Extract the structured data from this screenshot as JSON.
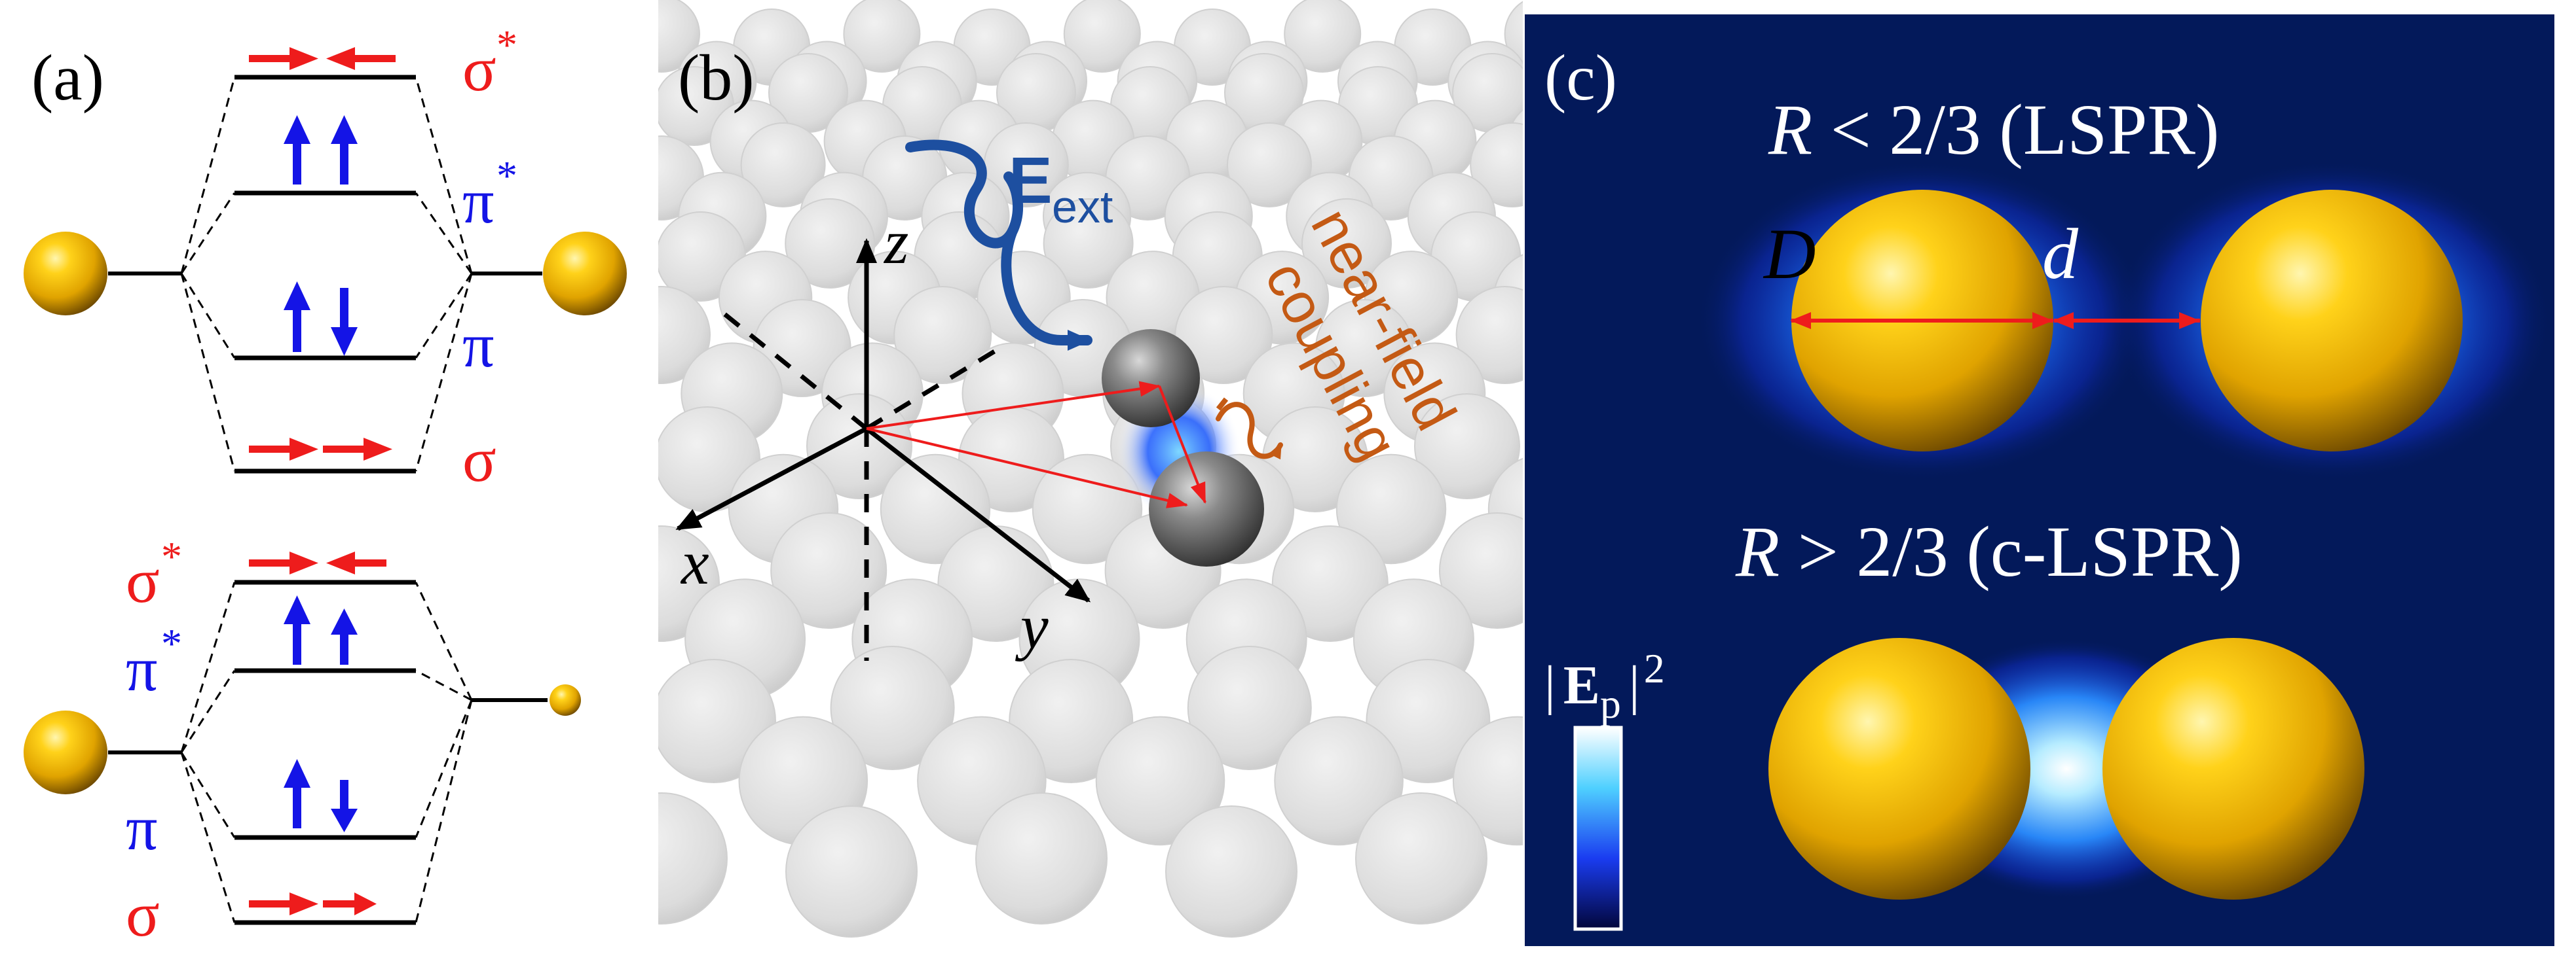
{
  "panels": {
    "a": {
      "label": "(a)",
      "top": {
        "sigma_star": "σ",
        "pi_star": "π",
        "pi": "π",
        "sigma": "σ",
        "star": "*"
      },
      "bottom": {
        "sigma_star": "σ",
        "pi_star": "π",
        "pi": "π",
        "sigma": "σ",
        "star": "*"
      }
    },
    "b": {
      "label": "(b)",
      "field_main": "E",
      "field_sub": "ext",
      "axis_z": "z",
      "axis_x": "x",
      "axis_y": "y",
      "coupling_line1": "near-field",
      "coupling_line2": "coupling"
    },
    "c": {
      "label": "(c)",
      "top_R": "R",
      "top_rest": " < 2/3 (LSPR)",
      "bottom_R": "R",
      "bottom_rest": " > 2/3 (c-LSPR)",
      "diameter": "D",
      "gap": "d",
      "colorbar_bar_left": "|",
      "colorbar_E": "E",
      "colorbar_sub": "p",
      "colorbar_bar_right": "|",
      "colorbar_exp": "2"
    }
  },
  "colors": {
    "red": "#ee1c1c",
    "blue": "#1414e6",
    "gold": "#f2b600",
    "navy": "#03195a",
    "coupling_orange": "#c45a14",
    "field_blue": "#1d4fa0"
  }
}
